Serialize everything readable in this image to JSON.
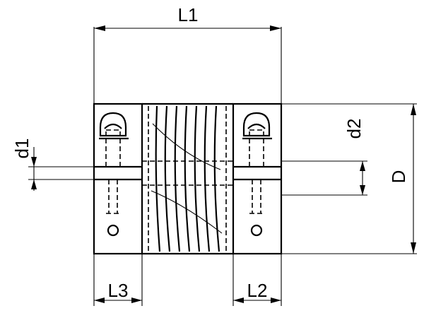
{
  "dimensions": {
    "L1": "L1",
    "L2": "L2",
    "L3": "L3",
    "d1": "d1",
    "d2": "d2",
    "D": "D"
  },
  "style": {
    "line_color": "#000000",
    "background": "#ffffff"
  }
}
